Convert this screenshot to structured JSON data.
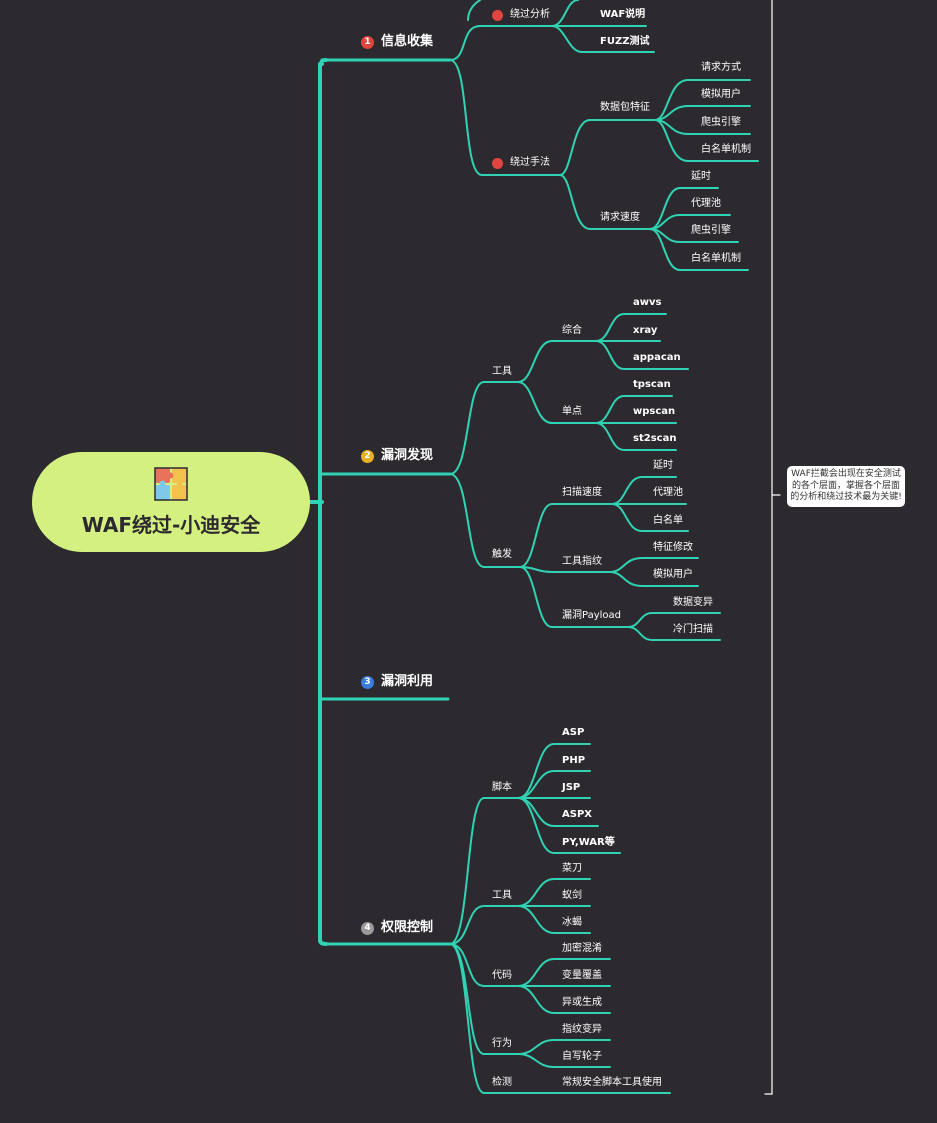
{
  "root": {
    "title": "WAF绕过-小迪安全",
    "icon": "puzzle-icon"
  },
  "note": "WAF拦截会出现在安全测试的各个层面，掌握各个层面的分析和绕过技术最为关键!",
  "colors": {
    "line": "#2fd3b4",
    "background": "#2d2a2f",
    "root_fill": "#d4f080",
    "marker_red": "#e0453f"
  },
  "branches": [
    {
      "number": "1",
      "label": "信息收集",
      "badge_color": "#e0453f",
      "children": [
        {
          "label": "绕过分析",
          "marker": "red-dot",
          "children": [
            "WAF说明",
            "FUZZ测试"
          ]
        },
        {
          "label": "绕过手法",
          "marker": "red-dot",
          "children": [
            {
              "label": "数据包特征",
              "children": [
                "请求方式",
                "模拟用户",
                "爬虫引擎",
                "白名单机制"
              ]
            },
            {
              "label": "请求速度",
              "children": [
                "延时",
                "代理池",
                "爬虫引擎",
                "白名单机制"
              ]
            }
          ]
        }
      ]
    },
    {
      "number": "2",
      "label": "漏洞发现",
      "badge_color": "#e6b122",
      "children": [
        {
          "label": "工具",
          "children": [
            {
              "label": "综合",
              "children": [
                "awvs",
                "xray",
                "appacan"
              ]
            },
            {
              "label": "单点",
              "children": [
                "tpscan",
                "wpscan",
                "st2scan"
              ]
            }
          ]
        },
        {
          "label": "触发",
          "children": [
            {
              "label": "扫描速度",
              "children": [
                "延时",
                "代理池",
                "白名单"
              ]
            },
            {
              "label": "工具指纹",
              "children": [
                "特征修改",
                "模拟用户"
              ]
            },
            {
              "label": "漏洞Payload",
              "children": [
                "数据变异",
                "冷门扫描"
              ]
            }
          ]
        }
      ]
    },
    {
      "number": "3",
      "label": "漏洞利用",
      "badge_color": "#3b7ddd",
      "children": []
    },
    {
      "number": "4",
      "label": "权限控制",
      "badge_color": "#9a9a9a",
      "children": [
        {
          "label": "脚本",
          "children": [
            "ASP",
            "PHP",
            "JSP",
            "ASPX",
            "PY,WAR等"
          ]
        },
        {
          "label": "工具",
          "children": [
            "菜刀",
            "蚁剑",
            "冰蝎"
          ]
        },
        {
          "label": "代码",
          "children": [
            "加密混淆",
            "变量覆盖",
            "异或生成"
          ]
        },
        {
          "label": "行为",
          "children": [
            "指纹变异",
            "自写轮子"
          ]
        },
        {
          "label": "检测",
          "children": [
            "常规安全脚本工具使用"
          ]
        }
      ]
    }
  ]
}
